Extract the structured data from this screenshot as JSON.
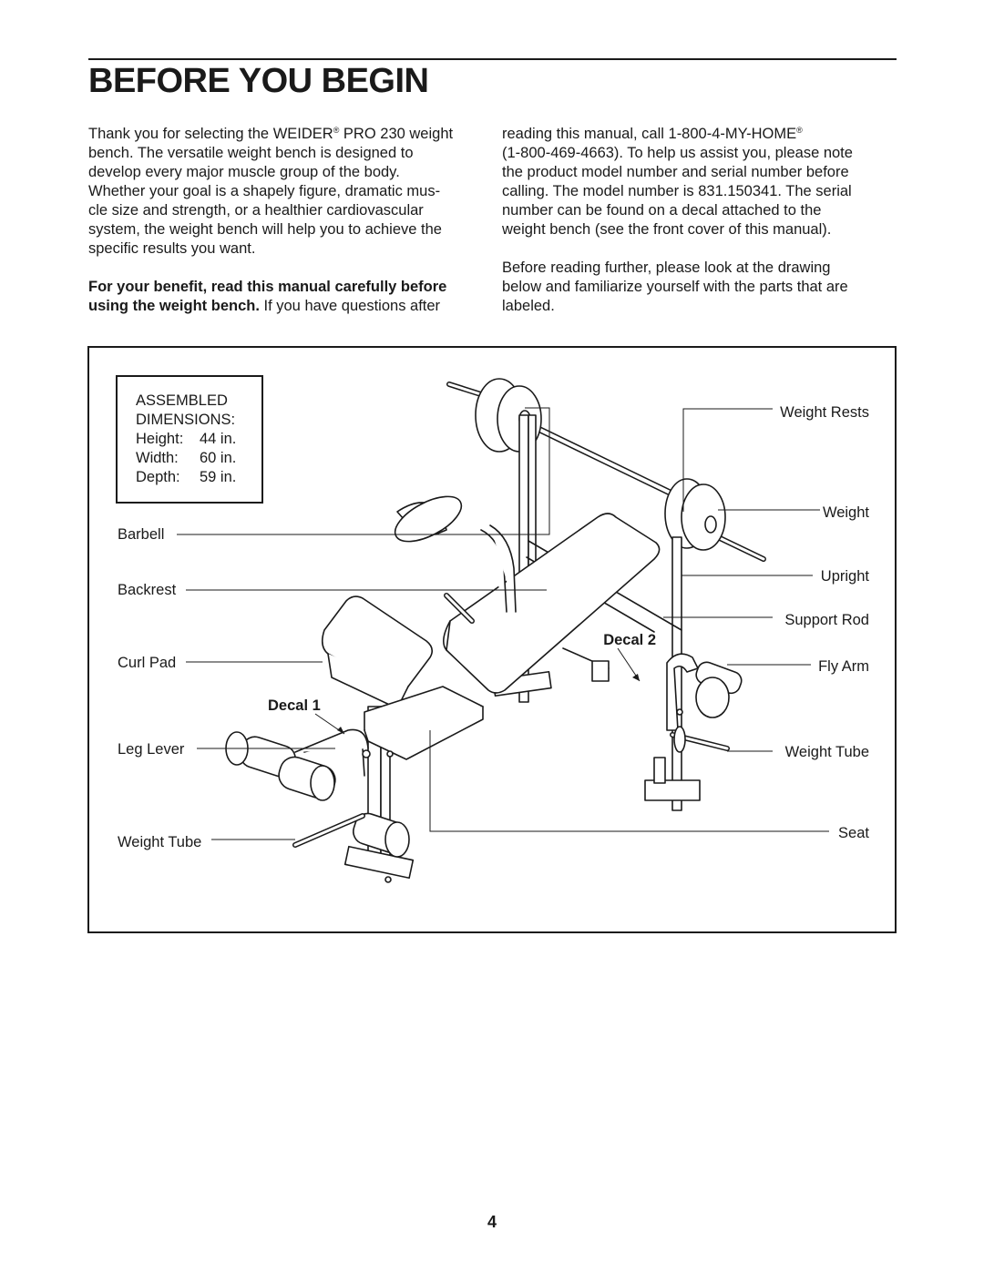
{
  "title": "BEFORE YOU BEGIN",
  "intro": {
    "p1_l1a": "Thank you for selecting the WEIDER",
    "p1_l1_reg": "®",
    "p1_l1b": " PRO 230 weight",
    "p1_l2": "bench. The versatile weight bench is designed to",
    "p1_l3": "develop every major muscle group of the body.",
    "p1_l4": "Whether your goal is a shapely figure, dramatic mus-",
    "p1_l5": "cle size and strength, or a healthier cardiovascular",
    "p1_l6": "system, the weight bench will help you to achieve the",
    "p1_l7": "specific results you want.",
    "p2_l1_bold": "For your benefit, read this manual carefully before",
    "p2_l2_bold": "using the weight bench.",
    "p2_l2_rest": " If you have questions after",
    "r_l1a": "reading this manual, call 1-800-4-MY-HOME",
    "r_l1_reg": "®",
    "r_l2": "(1-800-469-4663). To help us assist you, please note",
    "r_l3": "the product model number and serial number before",
    "r_l4": "calling. The model number is 831.150341. The serial",
    "r_l5": "number can be found on a decal attached to the",
    "r_l6": "weight bench (see the front cover of this manual).",
    "p3_l1": "Before reading further, please look at the drawing",
    "p3_l2": "below and familiarize yourself with the parts that are",
    "p3_l3": "labeled."
  },
  "dimensions": {
    "heading1": "ASSEMBLED",
    "heading2": "DIMENSIONS:",
    "rows": [
      {
        "label": "Height:",
        "value": "44 in."
      },
      {
        "label": "Width:",
        "value": "60 in."
      },
      {
        "label": "Depth:",
        "value": "59 in."
      }
    ]
  },
  "labels": {
    "barbell": "Barbell",
    "backrest": "Backrest",
    "curl_pad": "Curl Pad",
    "decal1": "Decal 1",
    "leg_lever": "Leg Lever",
    "weight_tube_left": "Weight Tube",
    "weight_rests": "Weight Rests",
    "weight": "Weight",
    "upright": "Upright",
    "support_rod": "Support Rod",
    "decal2": "Decal 2",
    "fly_arm": "Fly Arm",
    "weight_tube_right": "Weight Tube",
    "seat": "Seat"
  },
  "page_number": "4"
}
